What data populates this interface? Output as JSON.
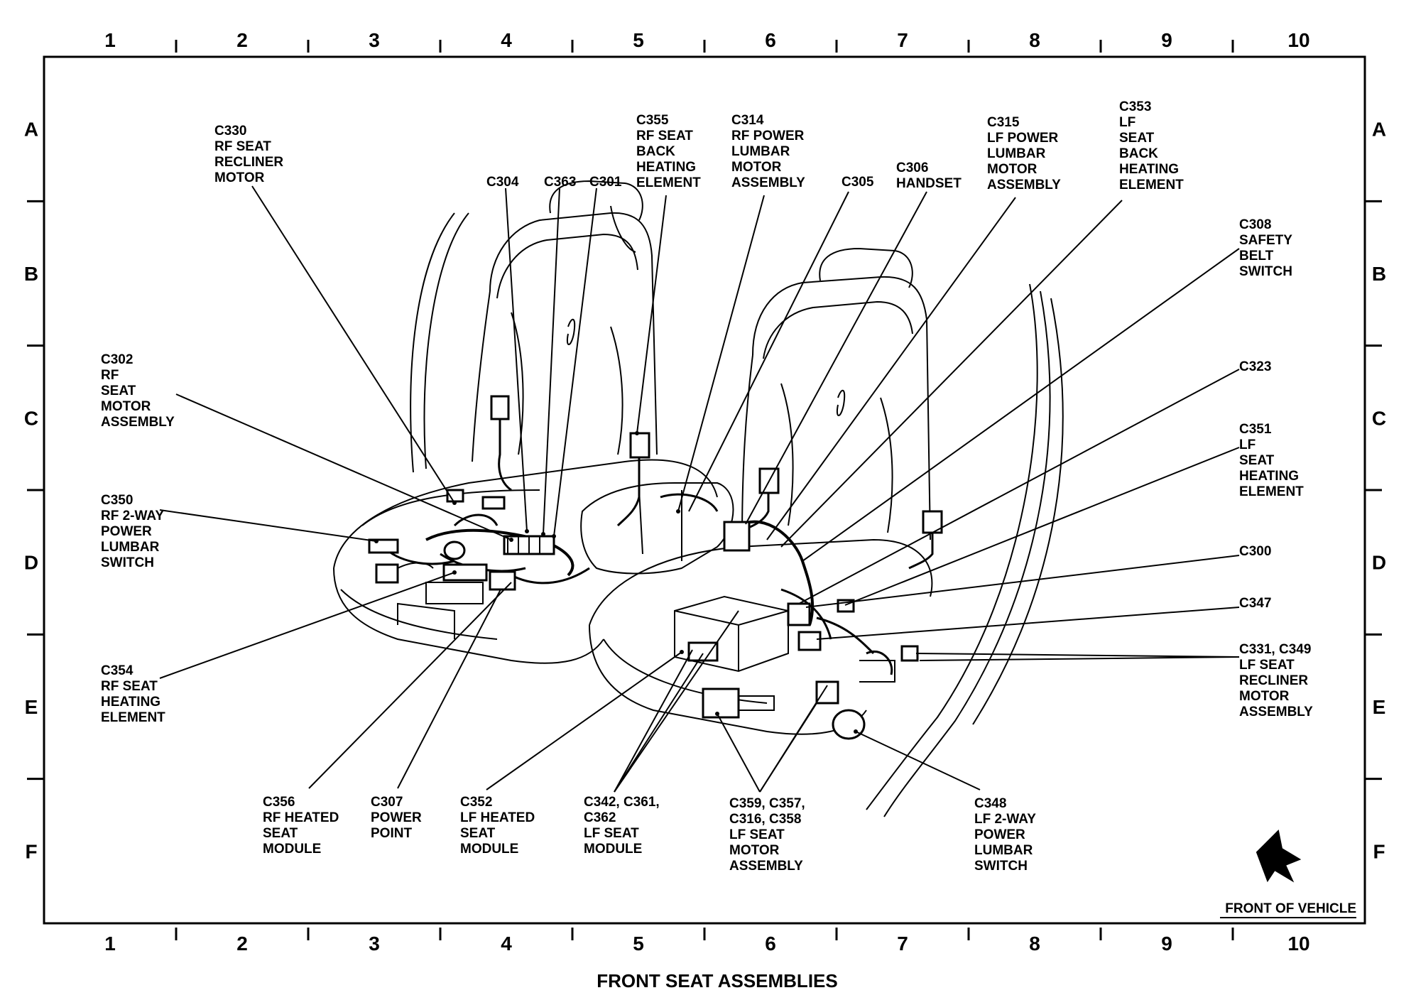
{
  "title": "FRONT SEAT ASSEMBLIES",
  "front_of_vehicle": "FRONT OF VEHICLE",
  "columns": [
    "1",
    "2",
    "3",
    "4",
    "5",
    "6",
    "7",
    "8",
    "9",
    "10"
  ],
  "rows": [
    "A",
    "B",
    "C",
    "D",
    "E",
    "F"
  ],
  "labels": [
    {
      "id": "c330",
      "lines": [
        "C330",
        "RF SEAT",
        "RECLINER",
        "MOTOR"
      ]
    },
    {
      "id": "c304",
      "lines": [
        "C304"
      ]
    },
    {
      "id": "c363",
      "lines": [
        "C363"
      ]
    },
    {
      "id": "c301",
      "lines": [
        "C301"
      ]
    },
    {
      "id": "c355",
      "lines": [
        "C355",
        "RF SEAT",
        "BACK",
        "HEATING",
        "ELEMENT"
      ]
    },
    {
      "id": "c314",
      "lines": [
        "C314",
        "RF POWER",
        "LUMBAR",
        "MOTOR",
        "ASSEMBLY"
      ]
    },
    {
      "id": "c305",
      "lines": [
        "C305"
      ]
    },
    {
      "id": "c306",
      "lines": [
        "C306",
        "HANDSET"
      ]
    },
    {
      "id": "c315",
      "lines": [
        "C315",
        "LF POWER",
        "LUMBAR",
        "MOTOR",
        "ASSEMBLY"
      ]
    },
    {
      "id": "c353",
      "lines": [
        "C353",
        "LF",
        "SEAT",
        "BACK",
        "HEATING",
        "ELEMENT"
      ]
    },
    {
      "id": "c308",
      "lines": [
        "C308",
        "SAFETY",
        "BELT",
        "SWITCH"
      ]
    },
    {
      "id": "c302",
      "lines": [
        "C302",
        "RF",
        "SEAT",
        "MOTOR",
        "ASSEMBLY"
      ]
    },
    {
      "id": "c323",
      "lines": [
        "C323"
      ]
    },
    {
      "id": "c351",
      "lines": [
        "C351",
        "LF",
        "SEAT",
        "HEATING",
        "ELEMENT"
      ]
    },
    {
      "id": "c350",
      "lines": [
        "C350",
        "RF 2-WAY",
        "POWER",
        "LUMBAR",
        "SWITCH"
      ]
    },
    {
      "id": "c300",
      "lines": [
        "C300"
      ]
    },
    {
      "id": "c347",
      "lines": [
        "C347"
      ]
    },
    {
      "id": "c354",
      "lines": [
        "C354",
        "RF SEAT",
        "HEATING",
        "ELEMENT"
      ]
    },
    {
      "id": "c331",
      "lines": [
        "C331, C349",
        "LF SEAT",
        "RECLINER",
        "MOTOR",
        "ASSEMBLY"
      ]
    },
    {
      "id": "c356",
      "lines": [
        "C356",
        "RF HEATED",
        "SEAT",
        "MODULE"
      ]
    },
    {
      "id": "c307",
      "lines": [
        "C307",
        "POWER",
        "POINT"
      ]
    },
    {
      "id": "c352",
      "lines": [
        "C352",
        "LF HEATED",
        "SEAT",
        "MODULE"
      ]
    },
    {
      "id": "c342",
      "lines": [
        "C342, C361,",
        "C362",
        "LF SEAT",
        "MODULE"
      ]
    },
    {
      "id": "c359",
      "lines": [
        "C359, C357,",
        "C316, C358",
        "LF SEAT",
        "MOTOR",
        "ASSEMBLY"
      ]
    },
    {
      "id": "c348",
      "lines": [
        "C348",
        "LF 2-WAY",
        "POWER",
        "LUMBAR",
        "SWITCH"
      ]
    }
  ]
}
